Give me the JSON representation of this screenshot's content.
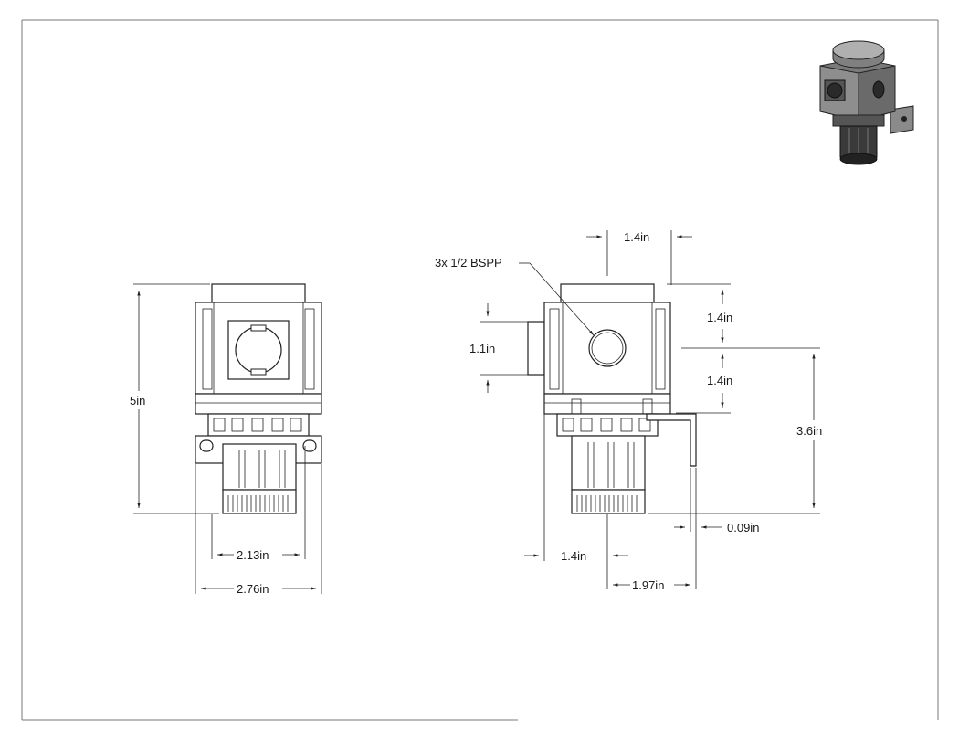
{
  "drawing": {
    "front_view": {
      "height_label": "5in",
      "body_width_label": "2.13in",
      "overall_width_label": "2.76in"
    },
    "side_view": {
      "port_top_label": "1.4in",
      "port_callout_label": "3x 1/2 BSPP",
      "upper_height_label": "1.4in",
      "port_diameter_label": "1.1in",
      "lower_height_label": "1.4in",
      "mount_height_label": "3.6in",
      "bracket_thickness_label": "0.09in",
      "base_offset_label": "1.4in",
      "bracket_offset_label": "1.97in"
    },
    "colors": {
      "line": "#222222",
      "frame": "#777777",
      "iso_body": "#6e6e6e",
      "iso_dark": "#3a3a3a"
    }
  }
}
